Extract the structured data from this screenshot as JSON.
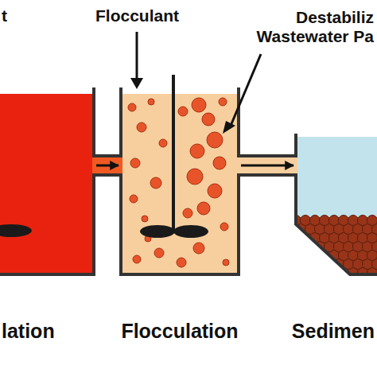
{
  "diagram": {
    "nodes": [
      {
        "text": [
          "lation"
        ]
      },
      {
        "text": [
          "Flocculation"
        ]
      },
      {
        "text": [
          "Sedimen"
        ]
      }
    ],
    "edges": [
      {
        "from": 0,
        "to": 1,
        "arrow": "to"
      },
      {
        "from": 1,
        "to": 2,
        "arrow": "to"
      }
    ],
    "labels": [
      "t",
      "Flocculant",
      "Destabiliz Wastewater Pa"
    ]
  }
}
